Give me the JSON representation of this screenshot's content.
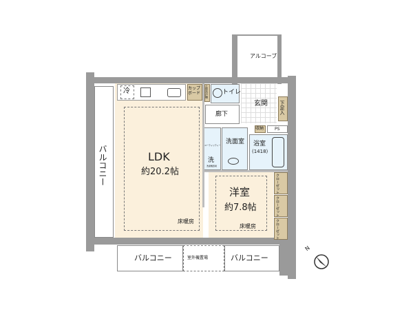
{
  "rooms": {
    "alcove": "アルコーブ",
    "fridge": "冷",
    "cupboard": "カップボード",
    "upper_cabinet": "上部吊戸棚",
    "toilet": "トイレ",
    "hallway": "廊下",
    "entrance": "玄関",
    "shoe_storage": "下足入",
    "storage": "収納",
    "ps": "PS",
    "washroom": "洗面室",
    "bathroom": "浴室",
    "bathroom_size": "(1418)",
    "utility": "ユーティリティー",
    "washer": "洗",
    "washer_pan": "洗濯機置場",
    "ldk": "LDK",
    "ldk_size": "約20.2帖",
    "ldk_heating": "床暖房",
    "western_room": "洋室",
    "western_size": "約7.8帖",
    "western_heating": "床暖房",
    "closet": "クローゼット",
    "balcony_left": "バルコニー",
    "balcony_bottom_left": "バルコニー",
    "outdoor_unit": "室外機置場",
    "balcony_bottom_right": "バルコニー",
    "compass": "N"
  }
}
